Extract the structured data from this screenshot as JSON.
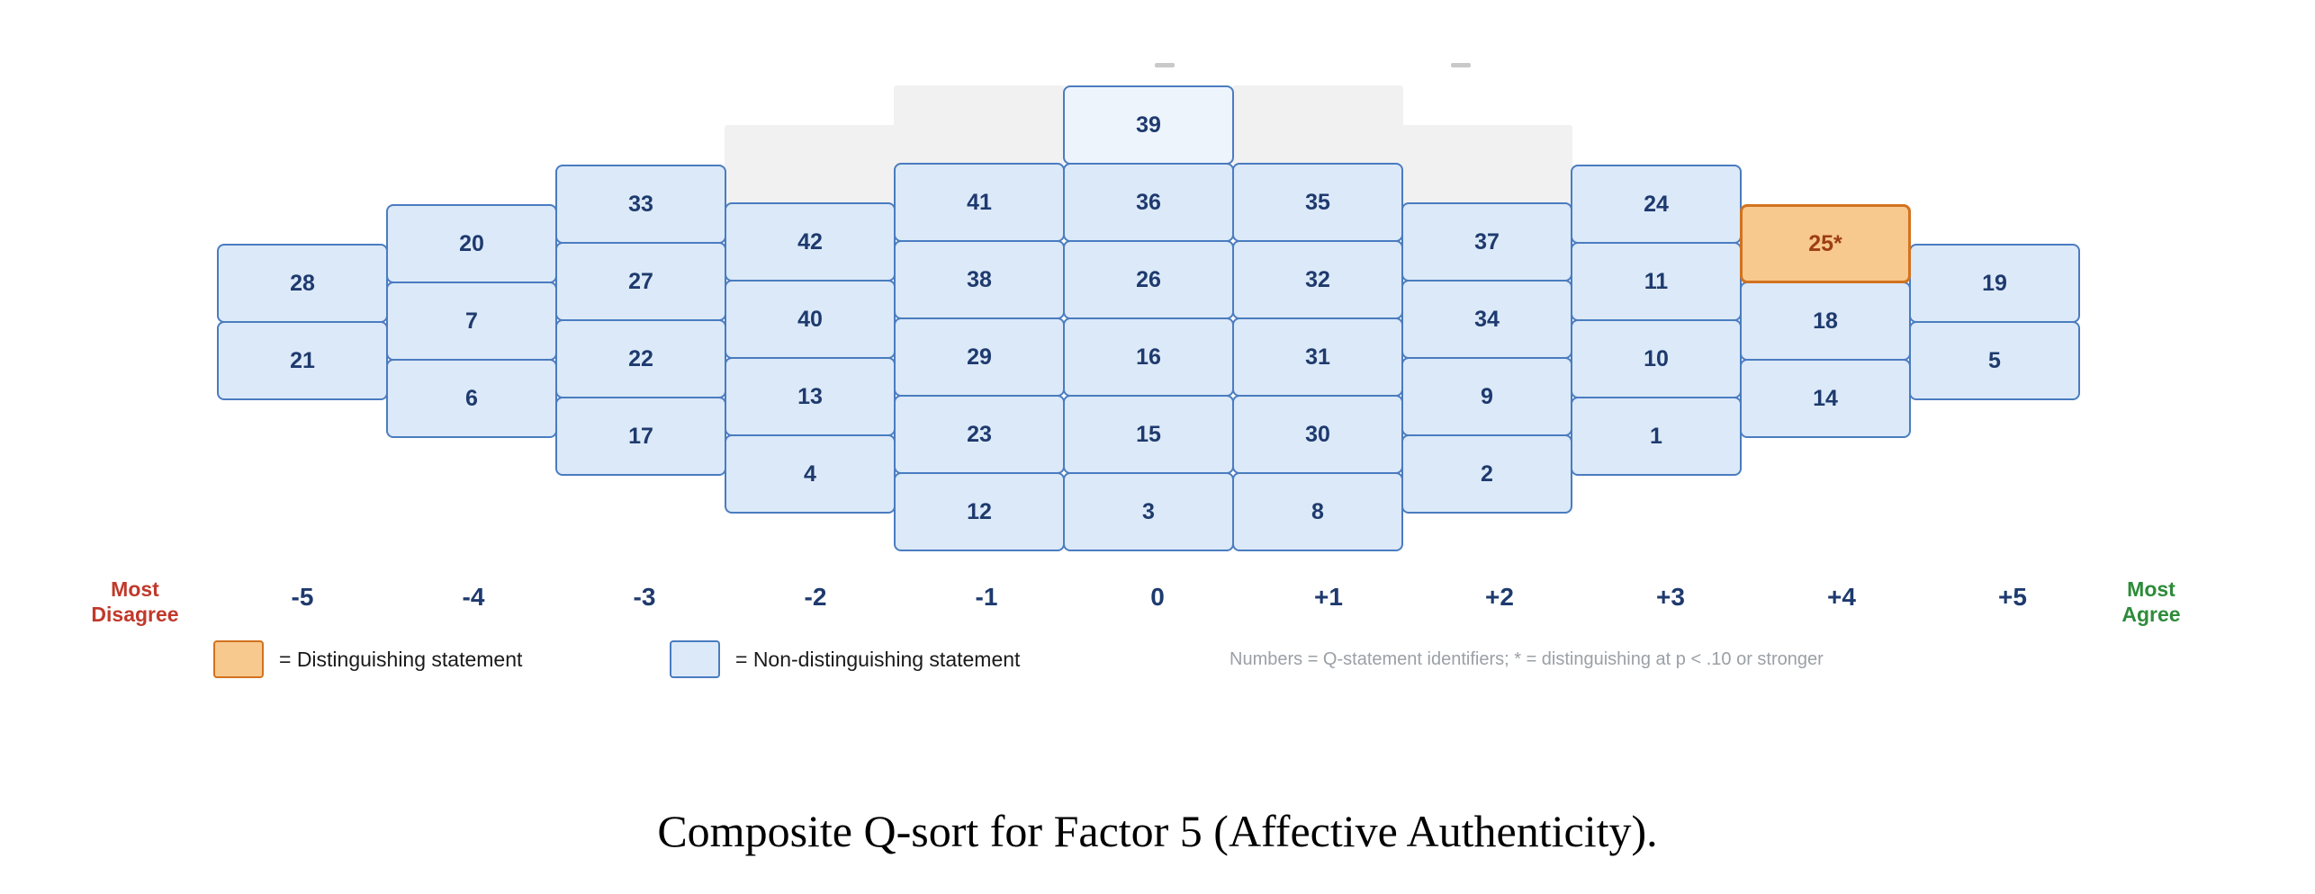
{
  "chart_data": {
    "type": "table",
    "subtype": "q-sort-pyramid",
    "title": "Composite Q-sort for Factor 5 (Affective Authenticity).",
    "scale_range": [
      "-5",
      "+5"
    ],
    "left_axis_caption": "Most Disagree",
    "right_axis_caption": "Most Agree",
    "columns": [
      {
        "value": "-5",
        "cells": [
          "28",
          "21"
        ],
        "offset": 2,
        "empty_slots": 0
      },
      {
        "value": "-4",
        "cells": [
          "20",
          "7",
          "6"
        ],
        "offset": 1.5,
        "empty_slots": 0
      },
      {
        "value": "-3",
        "cells": [
          "33",
          "27",
          "22",
          "17"
        ],
        "offset": 1,
        "empty_slots": 0
      },
      {
        "value": "-2",
        "cells": [
          "42",
          "40",
          "13",
          "4"
        ],
        "offset": 1.5,
        "empty_slots": 1
      },
      {
        "value": "-1",
        "cells": [
          "41",
          "38",
          "29",
          "23",
          "12"
        ],
        "offset": 1,
        "empty_slots": 1
      },
      {
        "value": "0",
        "cells": [
          "39",
          "36",
          "26",
          "16",
          "15",
          "3"
        ],
        "offset": 0,
        "empty_slots": 0
      },
      {
        "value": "+1",
        "cells": [
          "35",
          "32",
          "31",
          "30",
          "8"
        ],
        "offset": 1,
        "empty_slots": 1
      },
      {
        "value": "+2",
        "cells": [
          "37",
          "34",
          "9",
          "2"
        ],
        "offset": 1.5,
        "empty_slots": 1
      },
      {
        "value": "+3",
        "cells": [
          "24",
          "11",
          "10",
          "1"
        ],
        "offset": 1,
        "empty_slots": 0
      },
      {
        "value": "+4",
        "cells": [
          "25*",
          "18",
          "14"
        ],
        "offset": 1.5,
        "empty_slots": 0
      },
      {
        "value": "+5",
        "cells": [
          "19",
          "5"
        ],
        "offset": 2,
        "empty_slots": 0
      }
    ],
    "distinguishing_cells": [
      "25*"
    ],
    "light_cells": [
      "39"
    ],
    "legend": {
      "items": [
        {
          "swatch": "distinguishing",
          "label": "= Distinguishing statement"
        },
        {
          "swatch": "non-distinguishing",
          "label": "= Non-distinguishing statement"
        }
      ],
      "note": "Numbers = Q-statement identifiers; * = distinguishing at p < .10 or stronger"
    },
    "colors": {
      "cell_fill": "#dce9f8",
      "cell_fill_light": "#edf4fc",
      "cell_border": "#4a7cc0",
      "cell_text": "#1e3a6e",
      "distinguishing_fill": "#f7c98e",
      "distinguishing_border": "#d2721f",
      "distinguishing_text": "#9e3d16",
      "empty_slot_fill": "#f1f1f1",
      "axis_text": "#1e3a6e",
      "most_disagree_color": "#c0392b",
      "most_agree_color": "#2e8b3a",
      "note_color": "#9aa0a6"
    }
  }
}
